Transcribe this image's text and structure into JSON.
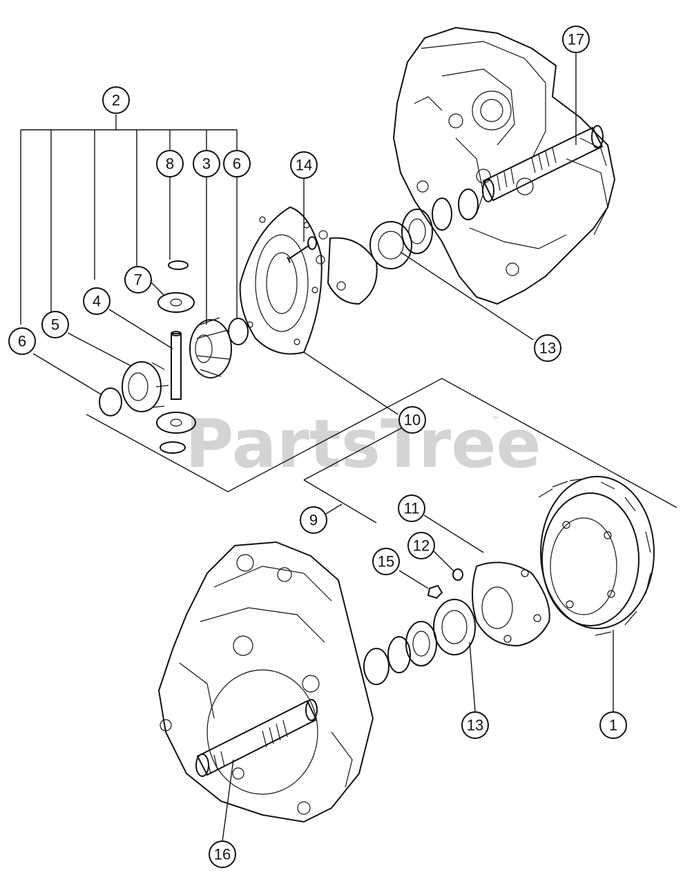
{
  "watermark": {
    "text": "PartsTree",
    "tm": "™"
  },
  "callouts": {
    "c1": "1",
    "c2": "2",
    "c3": "3",
    "c4": "4",
    "c5": "5",
    "c6a": "6",
    "c6b": "6",
    "c7": "7",
    "c8": "8",
    "c9": "9",
    "c10": "10",
    "c11": "11",
    "c12": "12",
    "c13a": "13",
    "c13b": "13",
    "c14": "14",
    "c15": "15",
    "c16": "16",
    "c17": "17"
  }
}
